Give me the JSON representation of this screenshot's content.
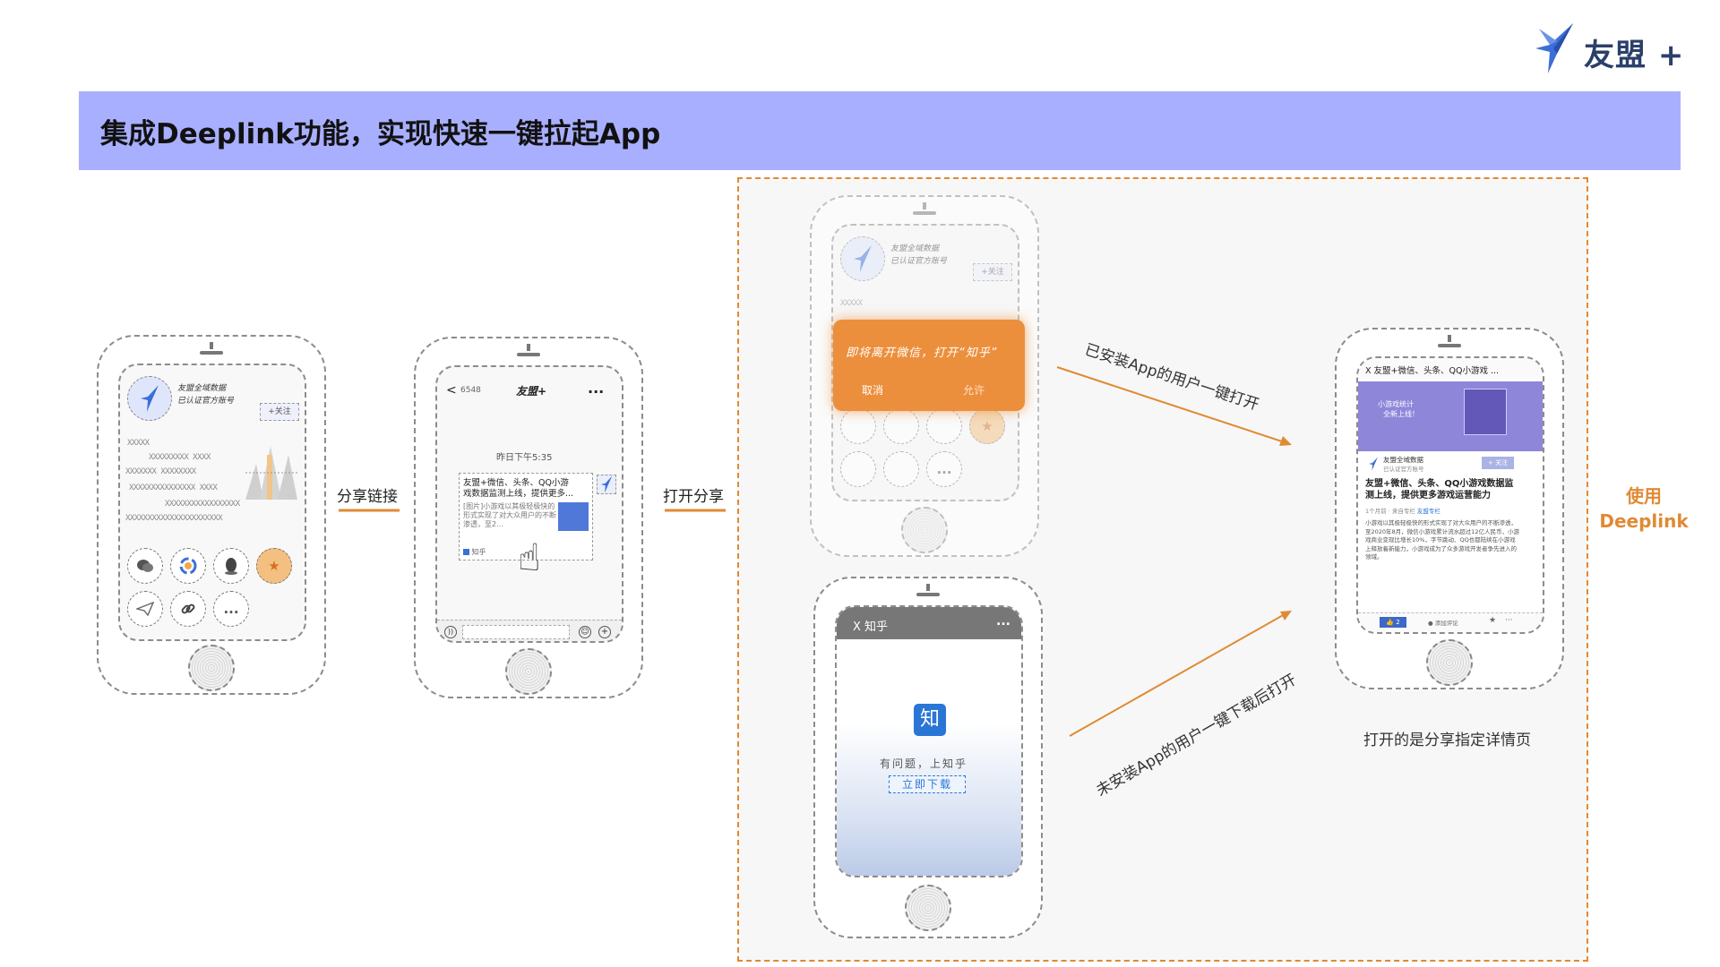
{
  "brand": {
    "logo_text": "友盟 +",
    "accent": "#e08a33",
    "title_bg": "#a9afff",
    "brand_blue": "#3b6fd8"
  },
  "header": {
    "title": "集成Deeplink功能，实现快速一键拉起App"
  },
  "phone_profile": {
    "name_line": "友盟全域数据",
    "verify_line": "已认证官方账号",
    "follow": "+关注",
    "placeholder_lines": [
      "XXXXX",
      "XXXXXXXXX XXXX",
      "XXXXXXX XXXXXXXX",
      "XXXXXXXXXXXXXXX XXXX",
      "XXXXXXXXXXXXXXXXX",
      "XXXXXXXXXXXXXXXXXXXXXX"
    ],
    "share_icons": [
      "wechat-icon",
      "moments-icon",
      "qq-icon",
      "qzone-star-icon",
      "paper-plane-icon",
      "link-icon",
      "more-icon"
    ],
    "more_label": "..."
  },
  "step_labels": {
    "share_link": "分享链接",
    "open_share": "打开分享"
  },
  "phone_chat": {
    "back": "<",
    "unread": "6548",
    "title": "友盟+",
    "more": "...",
    "time": "昨日下午5:35",
    "card_title": "友盟+微信、头条、QQ小游戏数据监测上线，提供更多...",
    "card_desc": "[图片]小游戏以其极轻极快的形式实现了对大众用户的不断渗透，至2...",
    "card_source": "知乎"
  },
  "phone_dialog": {
    "name_line": "友盟全域数据",
    "verify_line": "已认证官方账号",
    "follow": "+关注",
    "placeholder_line": "XXXXX",
    "message": "即将离开微信，打开“知乎”",
    "cancel": "取消",
    "allow": "允许",
    "more_label": "..."
  },
  "phone_zhihu": {
    "title": "X 知乎",
    "more": "...",
    "logo_char": "知",
    "slogan": "有问题，上知乎",
    "download": "立即下载"
  },
  "flow_labels": {
    "installed": "已安装App的用户一键打开",
    "not_installed": "未安装App的用户一键下载后打开",
    "deeplink": [
      "使用",
      "Deeplink"
    ]
  },
  "phone_result": {
    "header": "X 友盟+微信、头条、QQ小游戏 ...",
    "banner": [
      "小游戏统计",
      "全新上线！"
    ],
    "author": "友盟全域数据",
    "author_sub": "已认证官方账号",
    "follow": "+ 关注",
    "headline": "友盟+微信、头条、QQ小游戏数据监测上线，提供更多游戏运营能力",
    "meta_prefix": "1个月前 · 来自专栏",
    "meta_link": "友盟专栏",
    "body": "小游戏以其极轻极快的形式实现了对大众用户的不断渗透，至2020年8月，微信小游戏累计流水超过12亿人民币，小游戏商业变现比增长10%，字节跳动、QQ也都陆续在小游戏上释放着新能力，小游戏成为了众多游戏开发者争先进入的领域。",
    "likes": "2",
    "comment": "添加评论",
    "star": "★",
    "more": "···"
  },
  "result_caption": "打开的是分享指定详情页"
}
